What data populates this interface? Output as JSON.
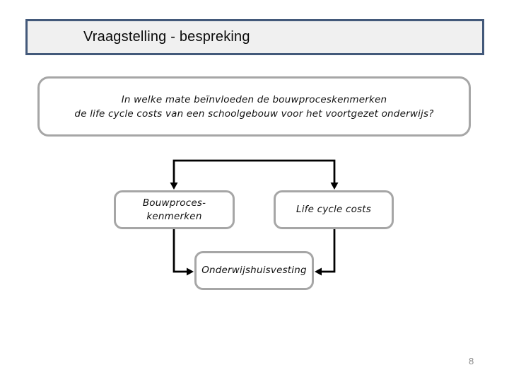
{
  "slide": {
    "title": "Vraagstelling - bespreking",
    "page_number": "8",
    "question": {
      "line1": "In welke mate beïnvloeden de bouwproceskenmerken",
      "line2": "de life cycle costs van een schoolgebouw voor het voortgezet onderwijs?"
    },
    "diagram": {
      "nodes": [
        {
          "id": "bouwproceskenmerken",
          "lines": [
            "Bouwproces-",
            "kenmerken"
          ]
        },
        {
          "id": "life-cycle-costs",
          "lines": [
            "Life cycle costs"
          ]
        },
        {
          "id": "onderwijshuisvesting",
          "lines": [
            "Onderwijshuisvesting"
          ]
        }
      ],
      "edges": [
        {
          "from": "question",
          "to": "bouwproceskenmerken",
          "type": "arrow-down"
        },
        {
          "from": "question",
          "to": "life-cycle-costs",
          "type": "arrow-down"
        },
        {
          "from": "bouwproceskenmerken",
          "to": "onderwijshuisvesting",
          "type": "elbow-arrow"
        },
        {
          "from": "life-cycle-costs",
          "to": "onderwijshuisvesting",
          "type": "elbow-arrow"
        }
      ]
    },
    "colors": {
      "title_border": "#43597a",
      "title_fill": "#f0f0f0",
      "box_border": "#a6a6a6",
      "arrow": "#000000",
      "page_number": "#8a8a8a",
      "background": "#ffffff"
    }
  }
}
